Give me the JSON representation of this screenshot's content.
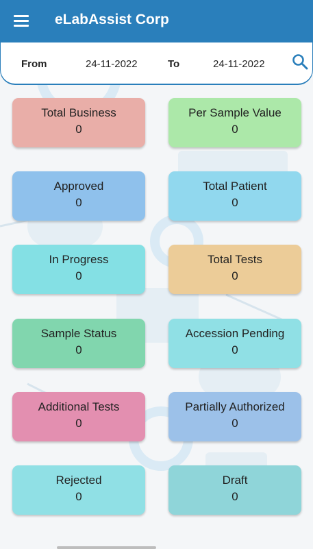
{
  "app": {
    "title": "eLabAssist Corp"
  },
  "filter": {
    "from_label": "From",
    "from_date": "24-11-2022",
    "to_label": "To",
    "to_date": "24-11-2022"
  },
  "cards": [
    {
      "title": "Total Business",
      "value": "0",
      "color": "#e9aea8"
    },
    {
      "title": "Per Sample Value",
      "value": "0",
      "color": "#ace8a9"
    },
    {
      "title": "Approved",
      "value": "0",
      "color": "#8fc1ec"
    },
    {
      "title": "Total Patient",
      "value": "0",
      "color": "#91d8ee"
    },
    {
      "title": "In Progress",
      "value": "0",
      "color": "#84e0e4"
    },
    {
      "title": "Total Tests",
      "value": "0",
      "color": "#eccc98"
    },
    {
      "title": "Sample Status",
      "value": "0",
      "color": "#81d6ae"
    },
    {
      "title": "Accession Pending",
      "value": "0",
      "color": "#90e0e5"
    },
    {
      "title": "Additional Tests",
      "value": "0",
      "color": "#e38fb0"
    },
    {
      "title": "Partially Authorized",
      "value": "0",
      "color": "#9cc1e9"
    },
    {
      "title": "Rejected",
      "value": "0",
      "color": "#90e0e5"
    },
    {
      "title": "Draft",
      "value": "0",
      "color": "#8fd5d9"
    }
  ],
  "colors": {
    "appbar": "#2a7fbb",
    "accent": "#2a7fbb"
  },
  "icons": {
    "menu": "hamburger-menu-icon",
    "search": "search-icon"
  }
}
